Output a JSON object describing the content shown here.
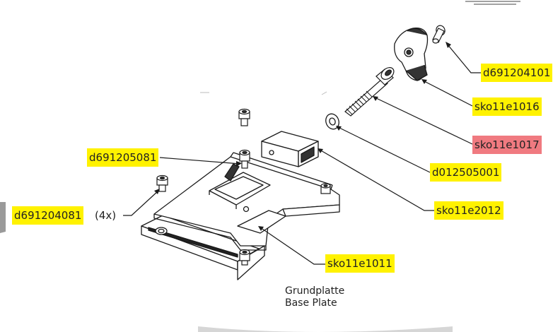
{
  "labels": {
    "d691204101": "d691204101",
    "sko11e1016": "sko11e1016",
    "sko11e1017": "sko11e1017",
    "d012505001": "d012505001",
    "sko11e2012": "sko11e2012",
    "sko11e1011": "sko11e1011",
    "d691205081": "d691205081",
    "d691204081": "d691204081",
    "qty": "(4x)"
  },
  "caption": {
    "line1": "Grundplatte",
    "line2": "Base Plate"
  },
  "colors": {
    "highlight": "#fff200",
    "highlight_warning": "#f07a80",
    "line": "#1a1a1a"
  }
}
